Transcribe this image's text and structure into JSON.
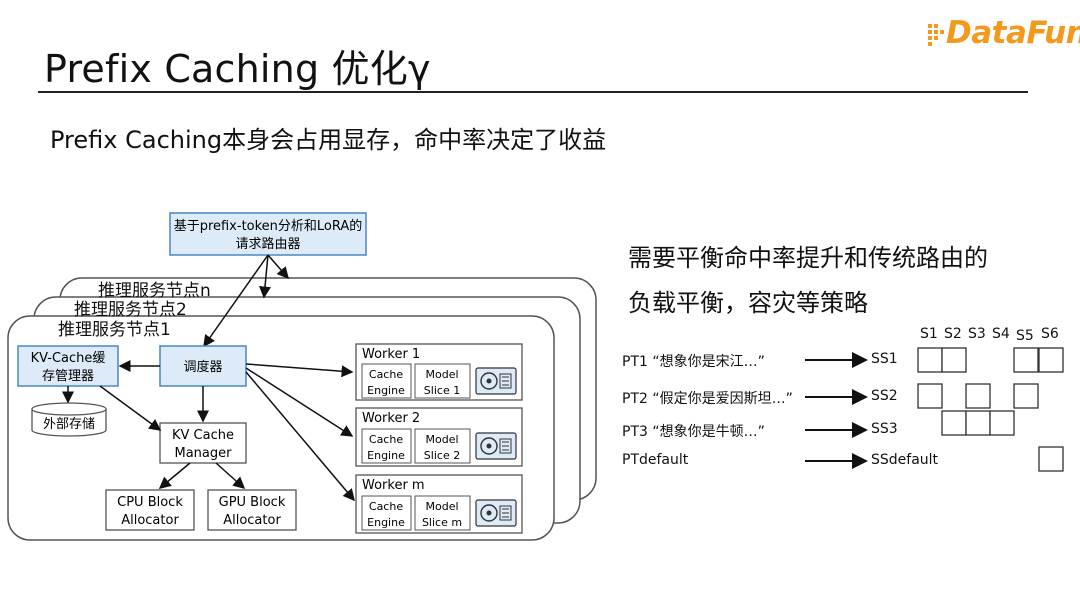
{
  "header": {
    "title": "Prefix Caching 优化γ",
    "subtitle": "Prefix Caching本身会占用显存，命中率决定了收益",
    "logo": "DataFun."
  },
  "diagram": {
    "router_label": [
      "基于prefix-token分析和LoRA的",
      "请求路由器"
    ],
    "node_labels": [
      "推理服务节点n",
      "推理服务节点2",
      "推理服务节点1"
    ],
    "kv_manager": [
      "KV-Cache缓",
      "存管理器"
    ],
    "scheduler": "调度器",
    "external_storage": "外部存储",
    "kv_cache_manager": [
      "KV Cache",
      "Manager"
    ],
    "cpu_allocator": [
      "CPU  Block",
      "Allocator"
    ],
    "gpu_allocator": [
      "GPU  Block",
      "Allocator"
    ],
    "workers": [
      {
        "title": "Worker 1",
        "cache": [
          "Cache",
          "Engine"
        ],
        "model": [
          "Model",
          "Slice 1"
        ]
      },
      {
        "title": "Worker 2",
        "cache": [
          "Cache",
          "Engine"
        ],
        "model": [
          "Model",
          "Slice 2"
        ]
      },
      {
        "title": "Worker m",
        "cache": [
          "Cache",
          "Engine"
        ],
        "model": [
          "Model",
          "Slice m"
        ]
      }
    ]
  },
  "right": {
    "line1": "需要平衡命中率提升和传统路由的",
    "line2": "负载平衡，容灾等策略",
    "slots": [
      "S1",
      "S2",
      "S3",
      "S4",
      "S5",
      "S6"
    ],
    "rows": [
      {
        "pt": "PT1 “想象你是宋江…”",
        "ss": "SS1",
        "filled": [
          1,
          1,
          0,
          0,
          1,
          1
        ]
      },
      {
        "pt": "PT2 “假定你是爱因斯坦…”",
        "ss": "SS2",
        "filled": [
          1,
          0,
          1,
          0,
          1,
          0
        ]
      },
      {
        "pt": "PT3 “想象你是牛顿…”",
        "ss": "SS3",
        "filled": [
          0,
          1,
          1,
          1,
          0,
          0
        ]
      },
      {
        "pt": "PTdefault",
        "ss": "SSdefault",
        "filled": [
          0,
          0,
          0,
          0,
          0,
          1
        ]
      }
    ]
  },
  "colors": {
    "accent": "#f39a1e",
    "box_blue_fill": "#dcebf7",
    "box_blue_border": "#4a86c5"
  }
}
